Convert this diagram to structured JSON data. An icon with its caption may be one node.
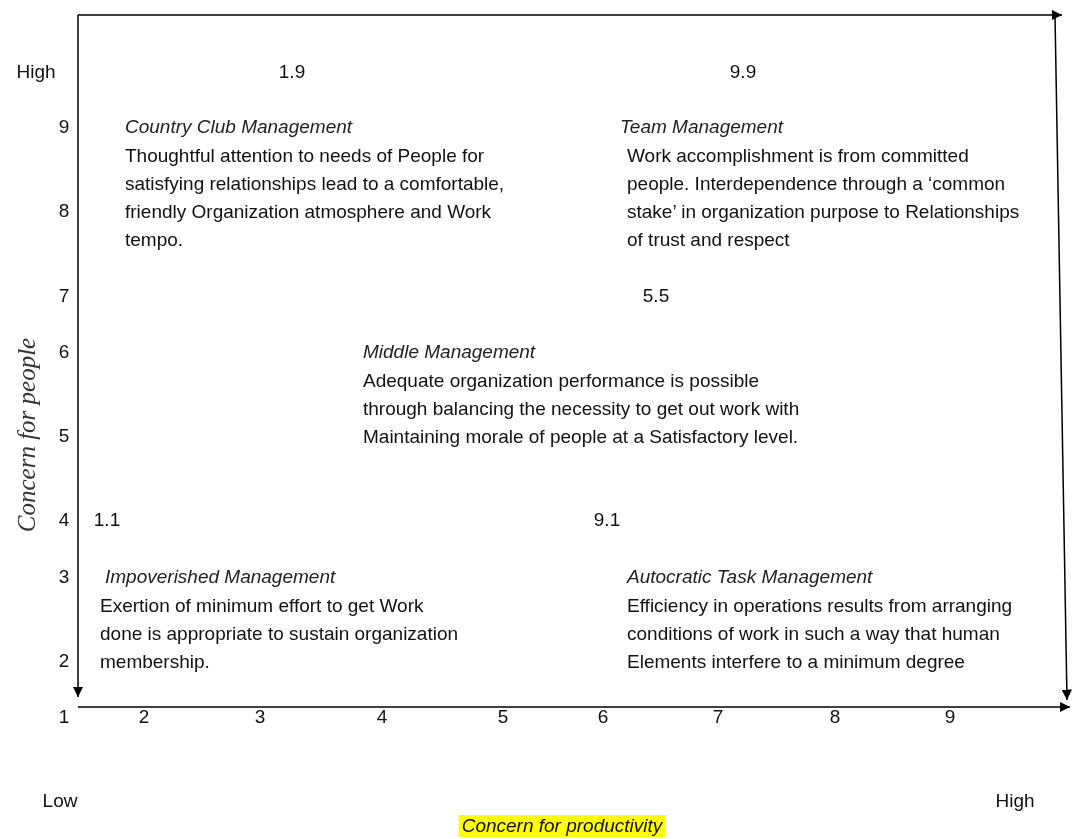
{
  "diagram": {
    "labels": [
      "High",
      "1.9",
      "9.9",
      "9",
      "Country Club Management",
      "Thoughtful attention to needs of People for satisfying relationships lead to a comfortable, friendly Organization atmosphere and Work tempo.",
      "Team Management",
      "Work accomplishment is from committed people. Interdependence through a ‘common stake’ in organization purpose to Relationships of trust and respect",
      "8",
      "7",
      "5.5",
      "6",
      "Middle Management",
      "Adequate organization performance is possible through balancing the necessity to get out work with Maintaining morale of people at a Satisfactory level.",
      "Concern for people",
      "5",
      "4",
      "1.1",
      "9.1",
      "3",
      "Impoverished Management",
      "Exertion of minimum effort to get Work done is appropriate to sustain organization membership.",
      "Autocratic Task Management",
      "Efficiency in operations results from arranging conditions of work in such a way that human Elements interfere to a minimum degree",
      "2",
      "1",
      "2",
      "3",
      "4",
      "5",
      "6",
      "7",
      "8",
      "9",
      "Low",
      "High",
      "Concern for productivity"
    ]
  }
}
